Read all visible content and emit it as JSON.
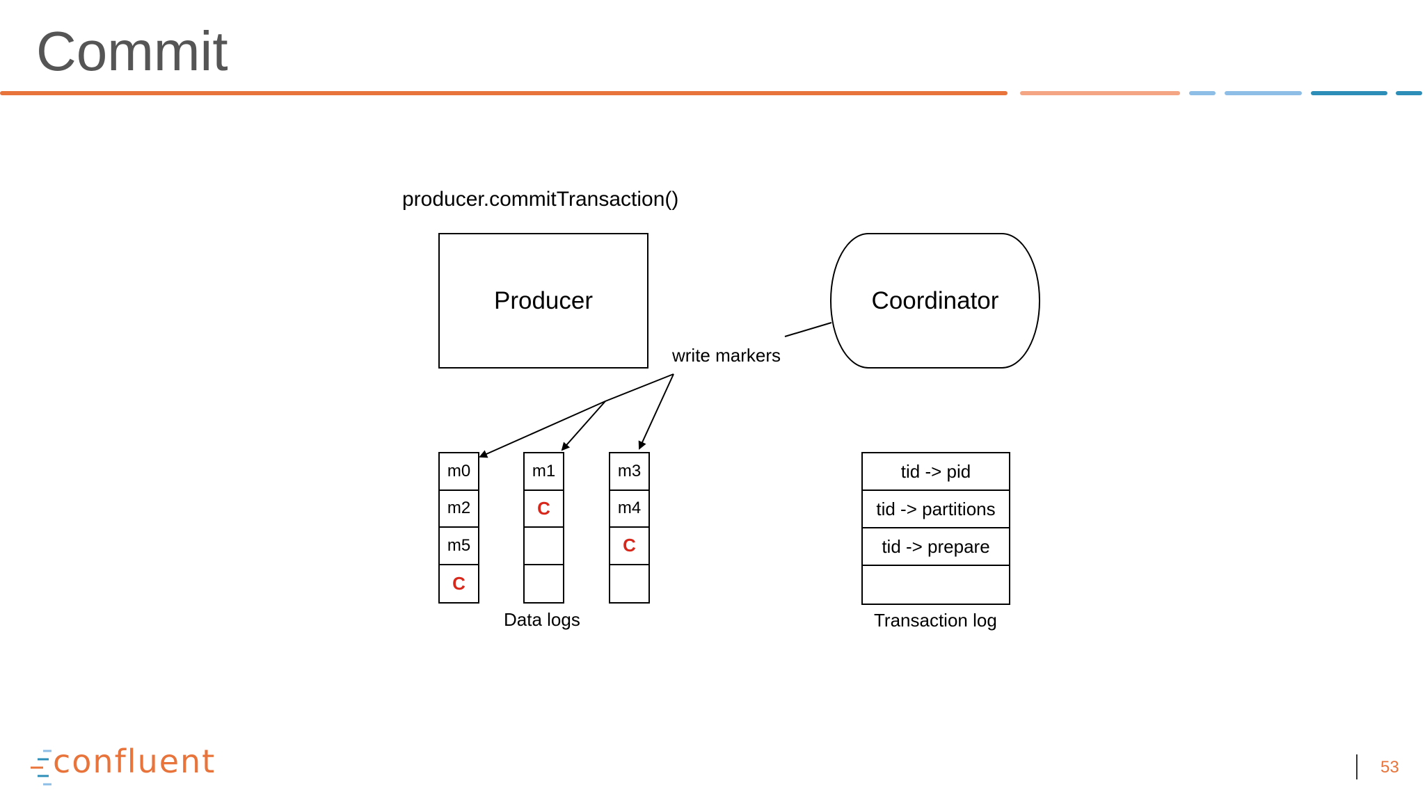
{
  "slide": {
    "title": "Commit",
    "page_number": "53",
    "brand": "confluent",
    "colors": {
      "accent_orange": "#e8743b",
      "light_orange": "#f4a584",
      "light_blue": "#8ebde6",
      "teal_blue": "#2d8fb8",
      "commit_red": "#d8281c"
    }
  },
  "diagram": {
    "code_call": "producer.commitTransaction()",
    "producer_label": "Producer",
    "coordinator_label": "Coordinator",
    "markers_label": "write markers",
    "data_logs": {
      "caption": "Data logs",
      "partitions": [
        [
          "m0",
          "m2",
          "m5",
          "C"
        ],
        [
          "m1",
          "C",
          "",
          ""
        ],
        [
          "m3",
          "m4",
          "C",
          ""
        ]
      ]
    },
    "transaction_log": {
      "caption": "Transaction log",
      "rows": [
        "tid -> pid",
        "tid -> partitions",
        "tid -> prepare",
        ""
      ]
    }
  }
}
